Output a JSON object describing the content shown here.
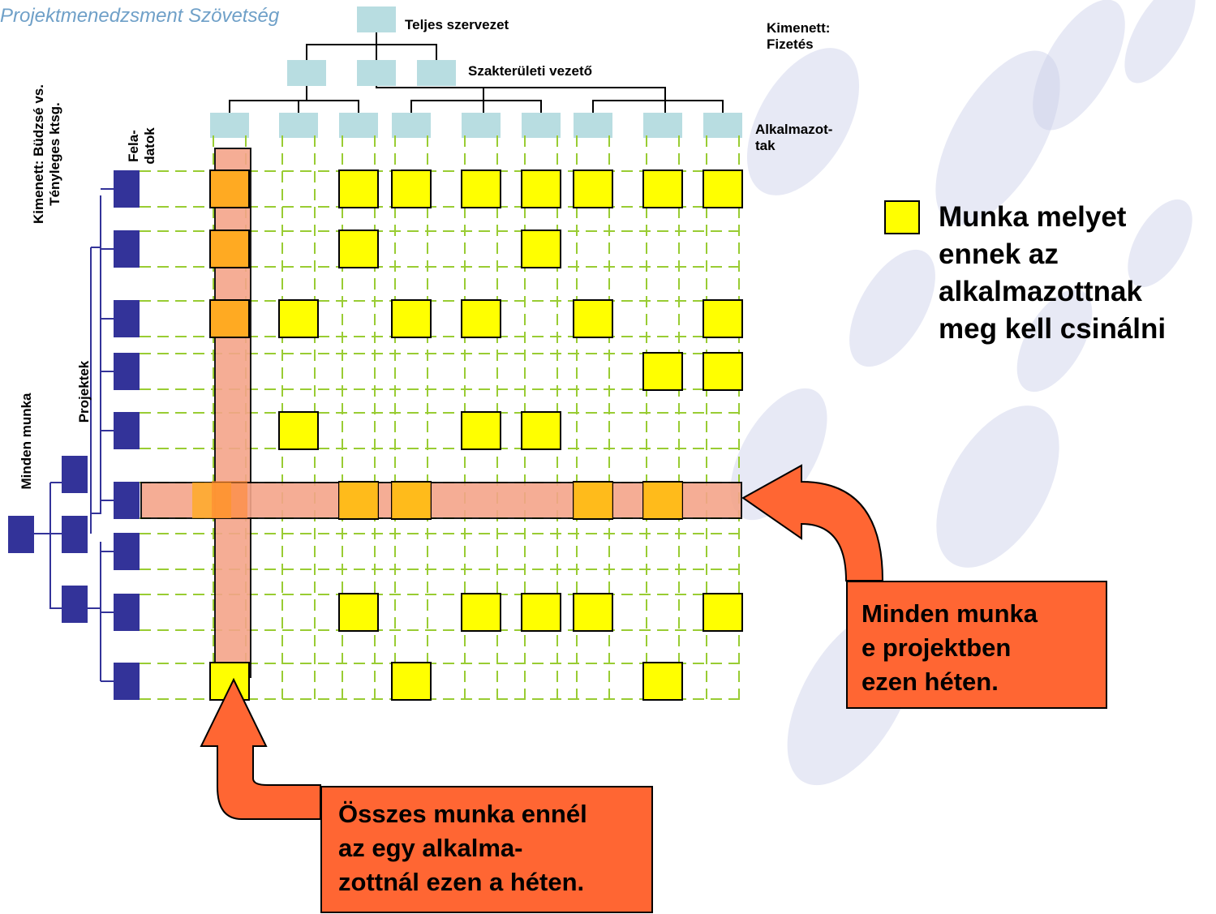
{
  "header": {
    "brand": "Projektmenedzsment Szövetség"
  },
  "diagram": {
    "org_levels": {
      "top": "Teljes szervezet",
      "middle": "Szakterületi vezető",
      "employees": "Alkalmazot-\ntak"
    },
    "outputs": {
      "salary": "Kimenett:\nFizetés",
      "budget": "Kimenett: Büdzsé vs.\nTényleges ktsg."
    },
    "axis_labels": {
      "tasks": "Fela-\ndatok",
      "projects": "Projektek",
      "all_work": "Minden munka"
    },
    "matrix": {
      "rows": 9,
      "columns": 9,
      "cells": [
        [
          1,
          0,
          1,
          1,
          1,
          1,
          1,
          1,
          1
        ],
        [
          1,
          0,
          1,
          0,
          0,
          1,
          0,
          0,
          0
        ],
        [
          1,
          1,
          0,
          1,
          1,
          0,
          1,
          0,
          1
        ],
        [
          0,
          0,
          0,
          0,
          0,
          0,
          0,
          1,
          1
        ],
        [
          0,
          1,
          0,
          0,
          1,
          1,
          0,
          0,
          0
        ],
        [
          0,
          0,
          1,
          1,
          0,
          0,
          1,
          1,
          0
        ],
        [
          0,
          0,
          0,
          0,
          0,
          0,
          0,
          0,
          0
        ],
        [
          0,
          0,
          1,
          0,
          1,
          1,
          1,
          0,
          1
        ],
        [
          1,
          0,
          0,
          1,
          0,
          0,
          0,
          1,
          0
        ]
      ],
      "highlighted_column": 1,
      "highlighted_row": 6
    },
    "legend": {
      "text": "Munka melyet\nennek az\nalkalmazottnak\nmeg kell csinálni"
    },
    "callouts": {
      "project_week": "Minden munka\ne projektben\nezen héten.",
      "employee_week": "Összes munka ennél\naz egy alkalma-\nzottnál ezen a héten."
    },
    "colors": {
      "org_box": "#b8dde1",
      "work_box": "#ffff00",
      "work_box_highlighted": "#ffaa22",
      "grid_line": "#99cc33",
      "tree_box": "#333399",
      "highlight_band": "#f4a58a",
      "callout": "#ff6633"
    }
  }
}
